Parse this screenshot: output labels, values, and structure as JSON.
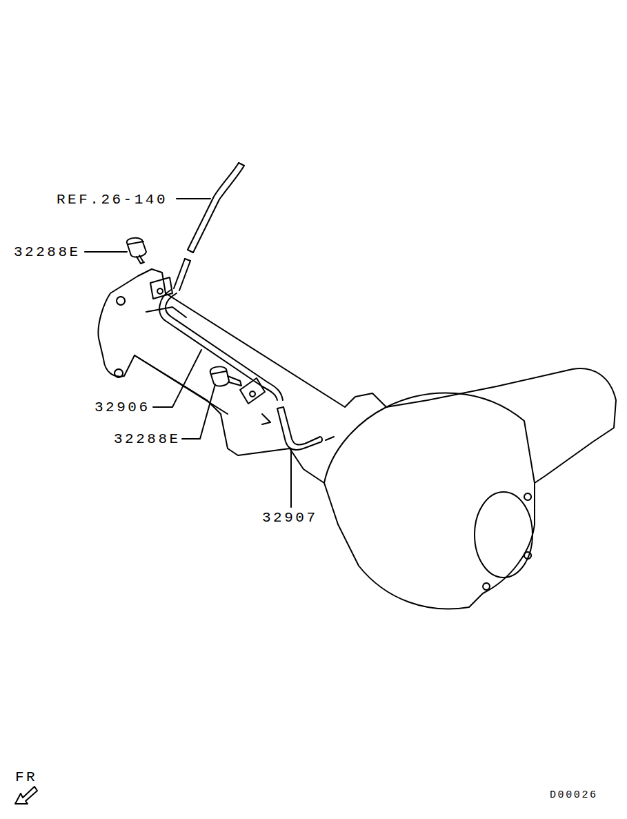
{
  "diagram": {
    "labels": [
      "REF.26-140",
      "32288E",
      "32906",
      "32288E",
      "32907",
      "FR",
      "D00026"
    ]
  }
}
